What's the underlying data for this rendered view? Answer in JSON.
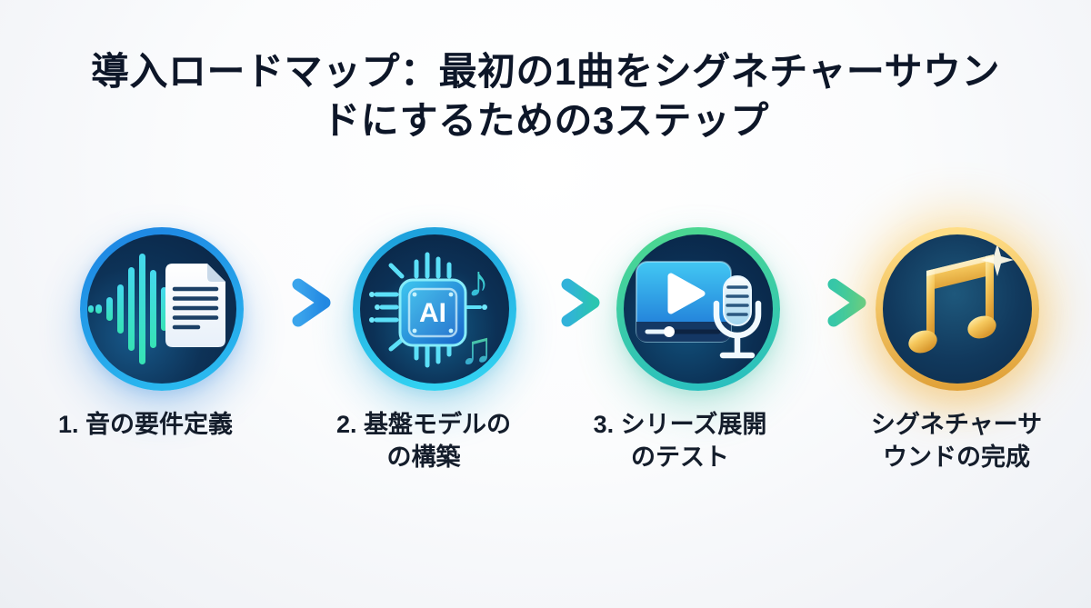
{
  "title": {
    "line1": "導入ロードマップ：最初の1曲をシグネチャーサウン",
    "line2": "ドにするための3ステップ",
    "full": "導入ロードマップ：最初の1曲をシグネチャーサウンドにするための3ステップ"
  },
  "steps": [
    {
      "id": 1,
      "label": "1. 音の要件定義",
      "label_lines": [
        "1. 音の要件定義"
      ],
      "icon": "waveform-document-icon"
    },
    {
      "id": 2,
      "label": "2. 基盤モデルのの構築",
      "label_lines": [
        "2. 基盤モデルの",
        "の構築"
      ],
      "icon": "ai-chip-music-icon",
      "chip_text": "AI"
    },
    {
      "id": 3,
      "label": "3. シリーズ展開のテスト",
      "label_lines": [
        "3. シリーズ展開",
        "のテスト"
      ],
      "icon": "video-player-microphone-icon"
    },
    {
      "id": 4,
      "label": "シグネチャーサウンドの完成",
      "label_lines": [
        "シグネチャーサ",
        "ウンドの完成"
      ],
      "icon": "gold-music-note-icon"
    }
  ],
  "arrows": [
    {
      "from": 1,
      "to": 2,
      "color": "#2f9ae6"
    },
    {
      "from": 2,
      "to": 3,
      "color": "#2ebfc6"
    },
    {
      "from": 3,
      "to": 4,
      "color": "#34cb9e"
    }
  ],
  "colors": {
    "title_text": "#0d1628",
    "label_text": "#141d2b",
    "ring_step1_blue": "#239de9",
    "ring_step2_cyan": "#28c3e8",
    "ring_step3_green": "#3bcda6",
    "ring_step4_gold": "#f0c05e",
    "circle_interior_navy": "#0c2d50",
    "waveform_teal": "#3bd9d2",
    "background": "#f4f6f9"
  }
}
